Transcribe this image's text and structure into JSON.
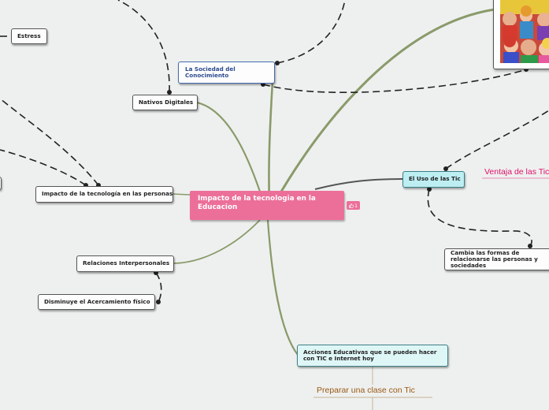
{
  "central": {
    "title": "Impacto de la tecnologia en la Educacion",
    "likes": "1"
  },
  "nodes": {
    "estress": "Estress",
    "sociedad": "La Sociedad del Conocimiento",
    "nativos": "Nativos Digitales",
    "impacto_personas": "Impacto de la tecnología en las personas",
    "relaciones": "Relaciones Interpersonales",
    "disminuye": "Disminuye  el Acercamiento físico",
    "uso_tic": "El Uso de las Tic",
    "cambia": "Cambia las formas de relacionarse las personas y sociedades",
    "acciones": "Acciones Educativas que se pueden hacer con TIC e Internet hoy"
  },
  "floating": {
    "ventaja": "Ventaja de las Tic",
    "preparar": "Preparar una clase con Tic"
  },
  "colors": {
    "central": "#ec6f9a",
    "branch": "#8a9a6a",
    "ventaja": "#e0106a",
    "preparar": "#9a5812",
    "node_blue": "#2c4a8f"
  }
}
